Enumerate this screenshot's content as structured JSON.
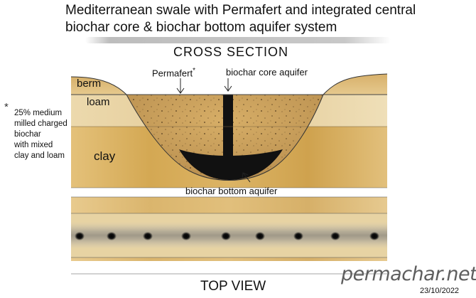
{
  "title_line1": "Mediterranean swale with Permafert and integrated central",
  "title_line2": "biochar core & biochar bottom aquifer system",
  "cross_section_heading": "CROSS SECTION",
  "top_view_heading": "TOP VIEW",
  "labels": {
    "permafert": "Permafert",
    "permafert_star": "*",
    "biochar_core_aquifer": "biochar core aquifer",
    "berm": "berm",
    "loam": "loam",
    "clay": "clay",
    "biochar_bottom_aquifer": "biochar bottom aquifer"
  },
  "footnote": {
    "star": "*",
    "lines": [
      "25% medium",
      "milled charged",
      "biochar",
      "with mixed",
      "clay and loam"
    ]
  },
  "brand": "permachar.net",
  "date": "23/10/2022",
  "colors": {
    "clay": "#d9b15e",
    "loam": "#e8d3a2",
    "swale_fill": "#c8a160",
    "biochar": "#111111",
    "text": "#111111"
  }
}
